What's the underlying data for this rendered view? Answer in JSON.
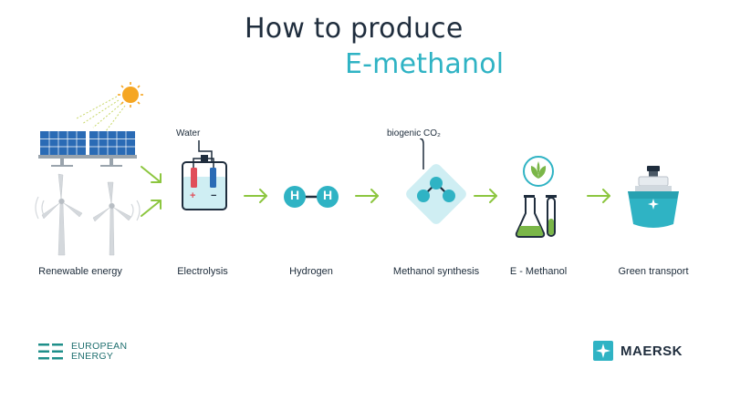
{
  "title": {
    "line1": "How to produce",
    "line2": "E-methanol"
  },
  "stages": [
    {
      "label": "Renewable energy"
    },
    {
      "label": "Electrolysis"
    },
    {
      "label": "Hydrogen"
    },
    {
      "label": "Methanol synthesis"
    },
    {
      "label": "E - Methanol"
    },
    {
      "label": "Green transport"
    }
  ],
  "annotations": {
    "water": "Water",
    "biogenic_co2": "biogenic CO₂"
  },
  "hydrogen_atom": "H",
  "electrolysis_signs": {
    "plus": "+",
    "minus": "−"
  },
  "logos": {
    "european_energy": {
      "line1": "EUROPEAN",
      "line2": "ENERGY"
    },
    "maersk": "MAERSK"
  },
  "colors": {
    "accent": "#2fb3c4",
    "arrow": "#8cc63f",
    "dark": "#1f2d3d",
    "sun": "#f5a623"
  }
}
